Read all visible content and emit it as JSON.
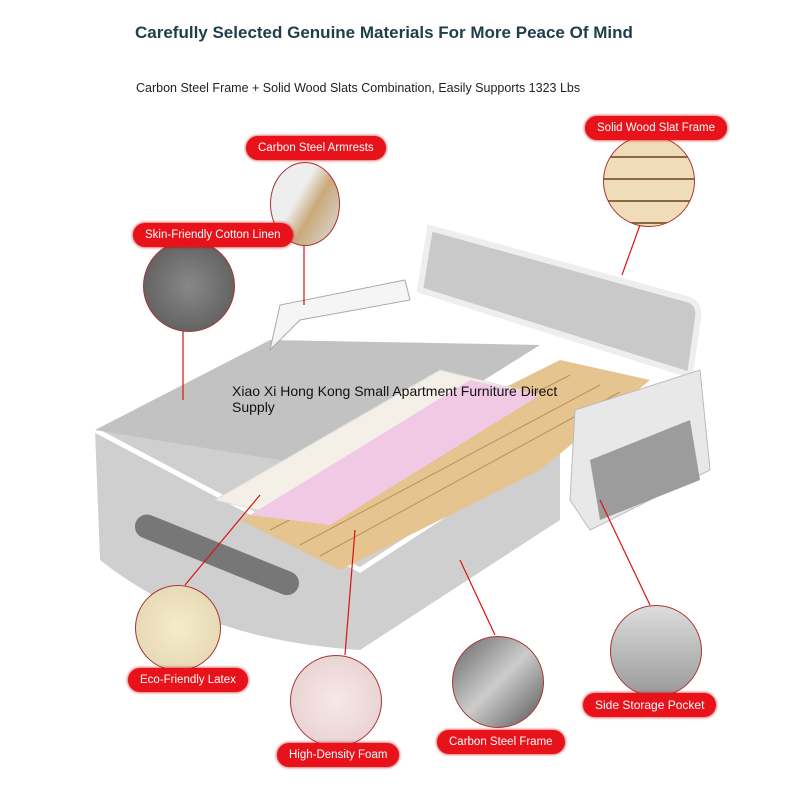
{
  "header": {
    "title": "Carefully Selected Genuine Materials For More Peace Of Mind",
    "subtitle": "Carbon Steel Frame + Solid Wood Slats Combination, Easily Supports 1323 Lbs"
  },
  "callouts": [
    {
      "label": "Carbon Steel Armrests",
      "icon": "armrest-closeup"
    },
    {
      "label": "Solid Wood Slat Frame",
      "icon": "wood-slat-closeup"
    },
    {
      "label": "Skin-Friendly Cotton Linen",
      "icon": "fabric-closeup"
    },
    {
      "label": "Eco-Friendly Latex",
      "icon": "latex-closeup"
    },
    {
      "label": "High-Density Foam",
      "icon": "foam-closeup"
    },
    {
      "label": "Carbon Steel Frame",
      "icon": "steel-frame-closeup"
    },
    {
      "label": "Side Storage Pocket",
      "icon": "pocket-closeup"
    }
  ],
  "overlay_text": "Xiao Xi Hong Kong Small Apartment Furniture Direct Supply",
  "colors": {
    "accent": "#e8121a",
    "title": "#1e3e4a"
  }
}
